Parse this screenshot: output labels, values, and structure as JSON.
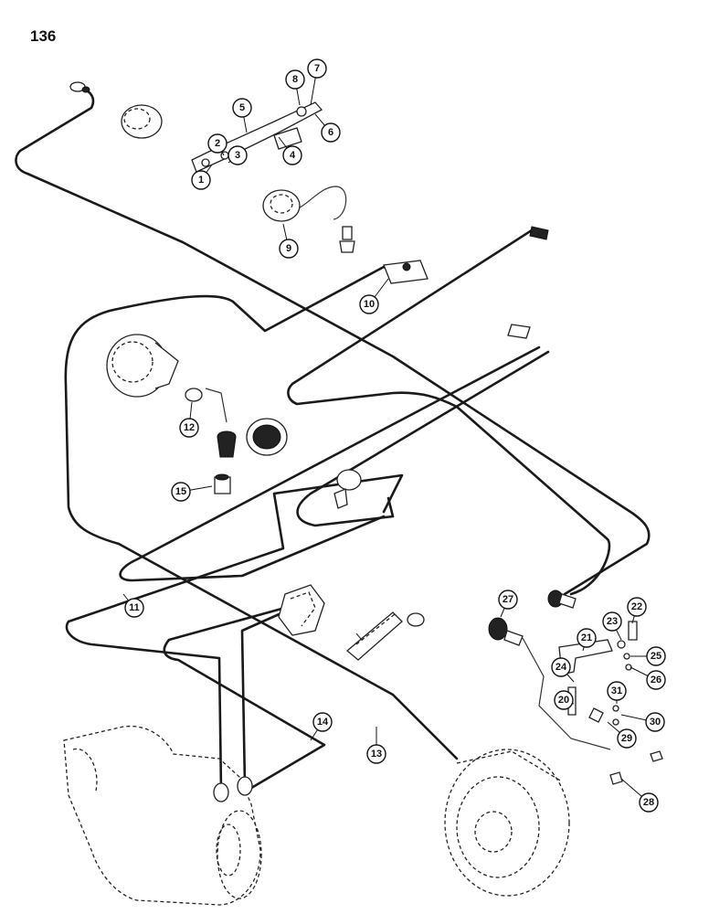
{
  "page_number": "136",
  "callouts": [
    {
      "label": "1"
    },
    {
      "label": "2"
    },
    {
      "label": "3"
    },
    {
      "label": "4"
    },
    {
      "label": "5"
    },
    {
      "label": "6"
    },
    {
      "label": "7"
    },
    {
      "label": "8"
    },
    {
      "label": "9"
    },
    {
      "label": "10"
    },
    {
      "label": "11"
    },
    {
      "label": "12"
    },
    {
      "label": "13"
    },
    {
      "label": "14"
    },
    {
      "label": "15"
    },
    {
      "label": "20"
    },
    {
      "label": "21"
    },
    {
      "label": "22"
    },
    {
      "label": "23"
    },
    {
      "label": "24"
    },
    {
      "label": "25"
    },
    {
      "label": "26"
    },
    {
      "label": "27"
    },
    {
      "label": "28"
    },
    {
      "label": "29"
    },
    {
      "label": "30"
    },
    {
      "label": "31"
    }
  ]
}
